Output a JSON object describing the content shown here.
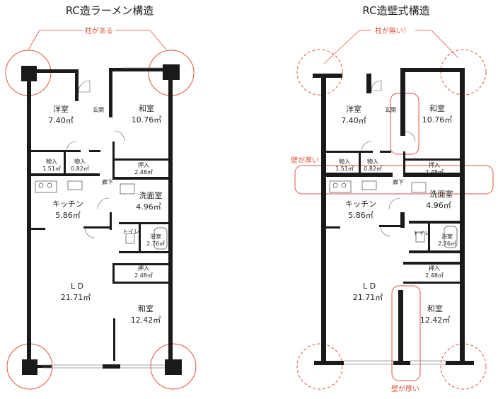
{
  "colors": {
    "wall": "#1a1a1a",
    "accent": "#e0533a",
    "text": "#222222"
  },
  "plans": [
    {
      "title": "RC造ラーメン構造",
      "callout": "柱がある",
      "rooms": {
        "youshitsu": {
          "name": "洋室",
          "area": "7.40㎡"
        },
        "genkan": {
          "name": "玄関"
        },
        "washitsu1": {
          "name": "和室",
          "area": "10.76㎡"
        },
        "monoire1": {
          "name": "物入",
          "area": "1.51㎡"
        },
        "monoire2": {
          "name": "物入",
          "area": "0.82㎡"
        },
        "oshiire1": {
          "name": "押入",
          "area": "2.48㎡"
        },
        "rouka": {
          "name": "廊下"
        },
        "senmen": {
          "name": "洗面室",
          "area": "4.96㎡"
        },
        "kitchen": {
          "name": "キッチン",
          "area": "5.86㎡"
        },
        "toilet": {
          "name": "トイレ"
        },
        "yokushitsu": {
          "name": "浴室",
          "area": "2.76㎡"
        },
        "oshiire2": {
          "name": "押入",
          "area": "2.48㎡"
        },
        "ld": {
          "name": "L D",
          "area": "21.71㎡"
        },
        "washitsu2": {
          "name": "和室",
          "area": "12.42㎡"
        }
      }
    },
    {
      "title": "RC造壁式構造",
      "callout": "柱が無い！",
      "wall_note_side": "壁が厚い",
      "wall_note_bottom": "壁が厚い",
      "rooms": {
        "youshitsu": {
          "name": "洋室",
          "area": "7.40㎡"
        },
        "genkan": {
          "name": "玄関"
        },
        "washitsu1": {
          "name": "和室",
          "area": "10.76㎡"
        },
        "monoire1": {
          "name": "物入",
          "area": "1.51㎡"
        },
        "monoire2": {
          "name": "物入",
          "area": "0.82㎡"
        },
        "oshiire1": {
          "name": "押入",
          "area": "2.48㎡"
        },
        "rouka": {
          "name": "廊下"
        },
        "senmen": {
          "name": "洗面室",
          "area": "4.96㎡"
        },
        "kitchen": {
          "name": "キッチン",
          "area": "5.86㎡"
        },
        "toilet": {
          "name": "トイレ"
        },
        "yokushitsu": {
          "name": "浴室",
          "area": "2.76㎡"
        },
        "oshiire2": {
          "name": "押入",
          "area": "2.48㎡"
        },
        "ld": {
          "name": "L D",
          "area": "21.71㎡"
        },
        "washitsu2": {
          "name": "和室",
          "area": "12.42㎡"
        }
      }
    }
  ]
}
